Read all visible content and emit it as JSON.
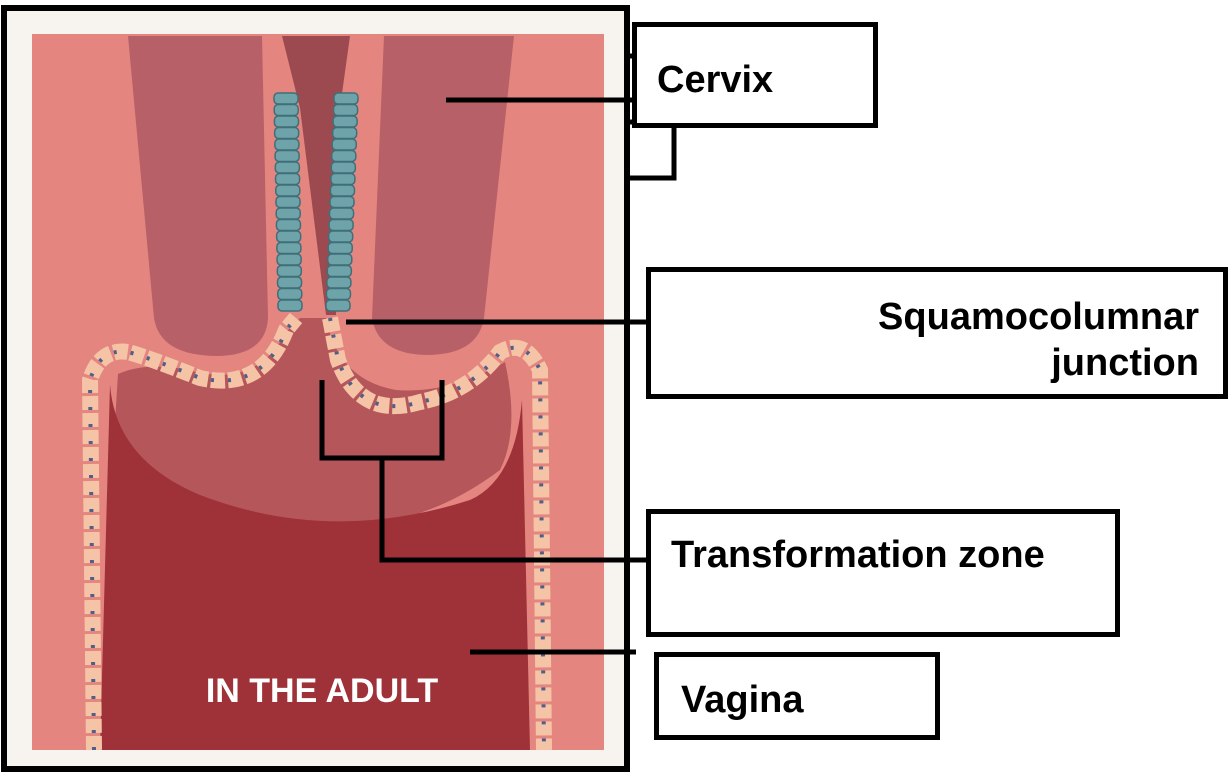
{
  "illustration": {
    "caption": "IN THE ADULT",
    "colors": {
      "background_tissue": "#e48580",
      "cervix_lobes": "#b86068",
      "canal": "#9c4a50",
      "vagina_lumen": "#9e3238",
      "transition_zone": "#b5565b",
      "squamous_cells": "#f5c4a6",
      "columnar_cells": "#6fa3aa",
      "cell_nucleus": "#4f5f8a"
    }
  },
  "labels": {
    "cervix": "Cervix",
    "squamocolumnar_line1": "Squamocolumnar",
    "squamocolumnar_line2": "junction",
    "transformation_zone": "Transformation zone",
    "vagina": "Vagina"
  }
}
